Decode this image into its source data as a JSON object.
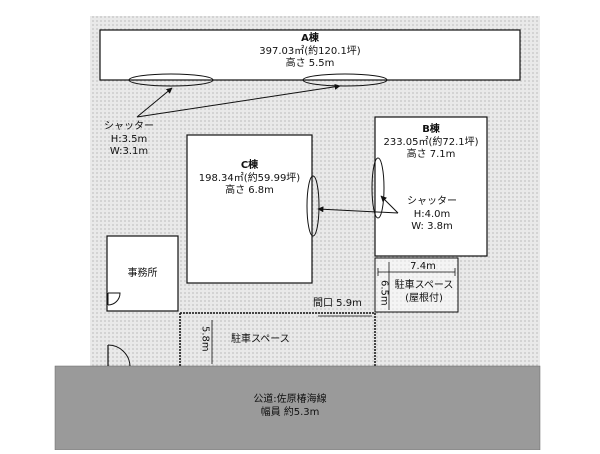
{
  "colors": {
    "lot_fill": "#e9e9e9",
    "road_fill": "#9a9a9a",
    "building_fill": "#ffffff",
    "outline": "#111111"
  },
  "building_a": {
    "name": "A棟",
    "area": "397.03㎡(約120.1坪)",
    "height": "高さ 5.5m"
  },
  "shutter_a": {
    "label": "シャッター",
    "h": "H:3.5m",
    "w": "W:3.1m"
  },
  "building_b": {
    "name": "B棟",
    "area": "233.05㎡(約72.1坪)",
    "height": "高さ 7.1m"
  },
  "shutter_b": {
    "label": "シャッター",
    "h": "H:4.0m",
    "w": "W: 3.8m"
  },
  "building_c": {
    "name": "C棟",
    "area": "198.34㎡(約59.99坪)",
    "height": "高さ 6.8m"
  },
  "office": {
    "label": "事務所"
  },
  "parking_roofed": {
    "label": "駐車スペース",
    "note": "(屋根付)",
    "width": "7.4m",
    "depth": "6.5m"
  },
  "frontage": {
    "label": "間口 5.9m"
  },
  "parking_open": {
    "label": "駐車スペース",
    "depth": "5.8m"
  },
  "road": {
    "name": "公道:佐原椿海線",
    "width": "幅員 約5.3m"
  }
}
